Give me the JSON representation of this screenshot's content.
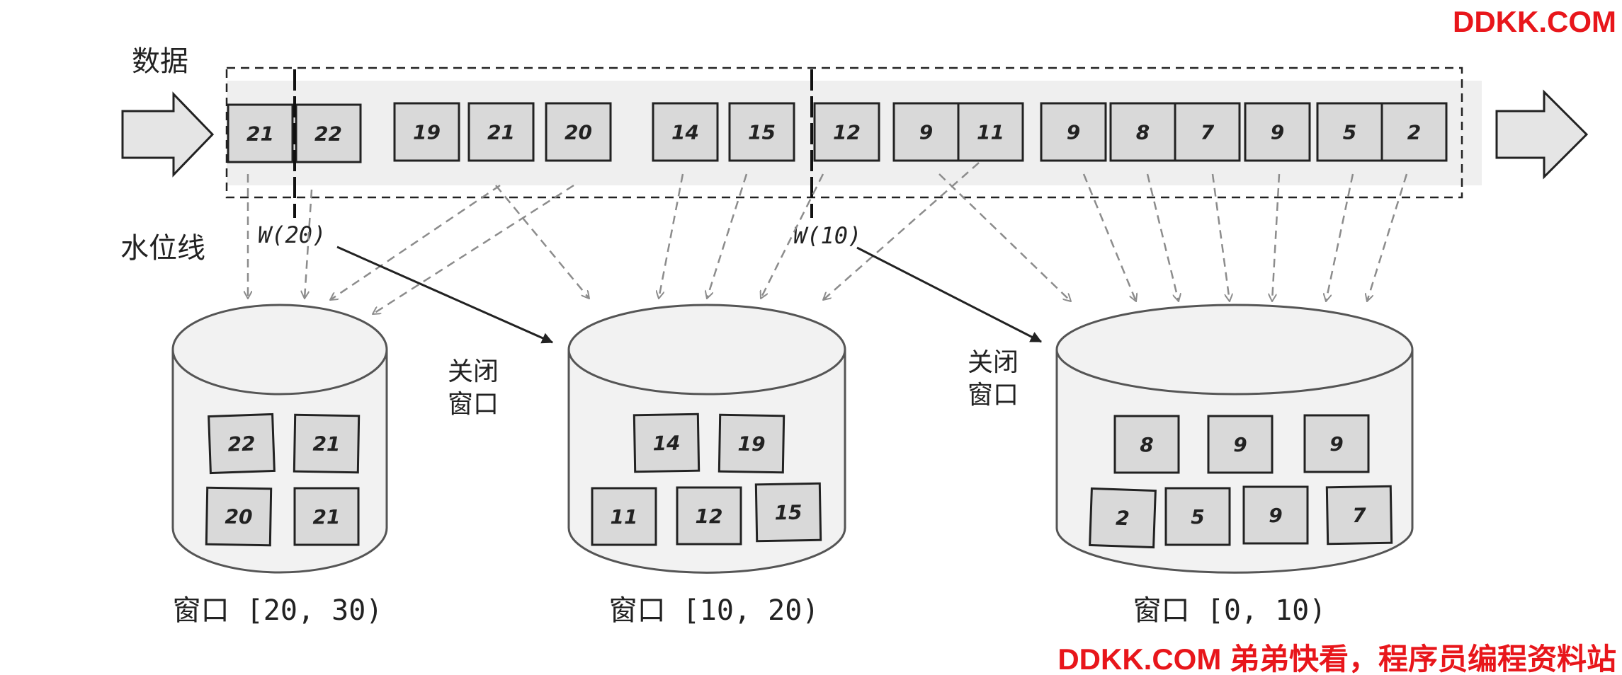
{
  "watermark_top": "DDKK.COM",
  "watermark_bottom": "DDKK.COM 弟弟快看，程序员编程资料站",
  "labels": {
    "data": "数据",
    "watermark_line": "水位线",
    "close_window": [
      "关闭",
      "窗口"
    ]
  },
  "stream": {
    "items": [
      "21",
      "22",
      "19",
      "21",
      "20",
      "14",
      "15",
      "12",
      "9",
      "11",
      "9",
      "8",
      "7",
      "9",
      "5",
      "2"
    ]
  },
  "watermarks": [
    {
      "label": "W(20)"
    },
    {
      "label": "W(10)"
    }
  ],
  "windows": [
    {
      "label": "窗口 [20, 30)",
      "items": [
        "22",
        "21",
        "20",
        "21"
      ]
    },
    {
      "label": "窗口 [10, 20)",
      "items": [
        "14",
        "19",
        "11",
        "12",
        "15"
      ]
    },
    {
      "label": "窗口 [0, 10)",
      "items": [
        "8",
        "9",
        "9",
        "2",
        "5",
        "9",
        "7"
      ]
    }
  ]
}
